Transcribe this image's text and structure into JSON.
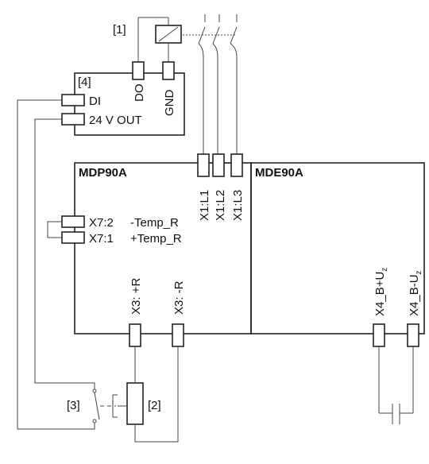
{
  "modules": {
    "mdp": "MDP90A",
    "mde": "MDE90A"
  },
  "refs": {
    "r1": "[1]",
    "r2": "[2]",
    "r3": "[3]",
    "r4": "[4]"
  },
  "controller": {
    "do": "DO",
    "gnd": "GND",
    "di": "DI",
    "out24": "24 V OUT"
  },
  "mains": {
    "l1": "X1:L1",
    "l2": "X1:L2",
    "l3": "X1:L3"
  },
  "temp": {
    "x72": "X7:2",
    "x72_sig": "-Temp_R",
    "x71": "X7:1",
    "x71_sig": "+Temp_R"
  },
  "brake_resistor": {
    "x3p": "X3: +R",
    "x3m": "X3: -R"
  },
  "dc_link": {
    "x4p_main": "X4_B+U",
    "x4p_sub": "z",
    "x4m_main": "X4_B-U",
    "x4m_sub": "z"
  }
}
